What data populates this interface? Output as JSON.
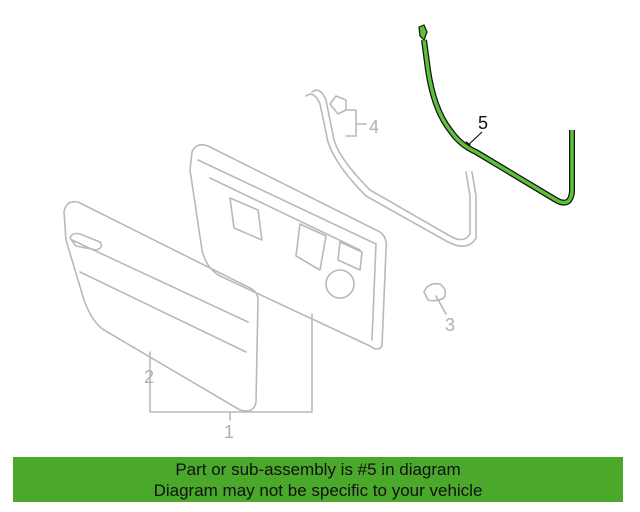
{
  "diagram": {
    "callouts": [
      {
        "number": "1",
        "part": "door-assembly"
      },
      {
        "number": "2",
        "part": "outer-door-panel"
      },
      {
        "number": "3",
        "part": "plug"
      },
      {
        "number": "4",
        "part": "weatherstrip-with-clip"
      },
      {
        "number": "5",
        "part": "seal-strip",
        "highlighted": true
      }
    ],
    "highlight_color": "#5cc13a"
  },
  "banner": {
    "line1": "Part or sub-assembly is #5 in diagram",
    "line2": "Diagram may not be specific to your vehicle",
    "color": "#4aa82a"
  }
}
